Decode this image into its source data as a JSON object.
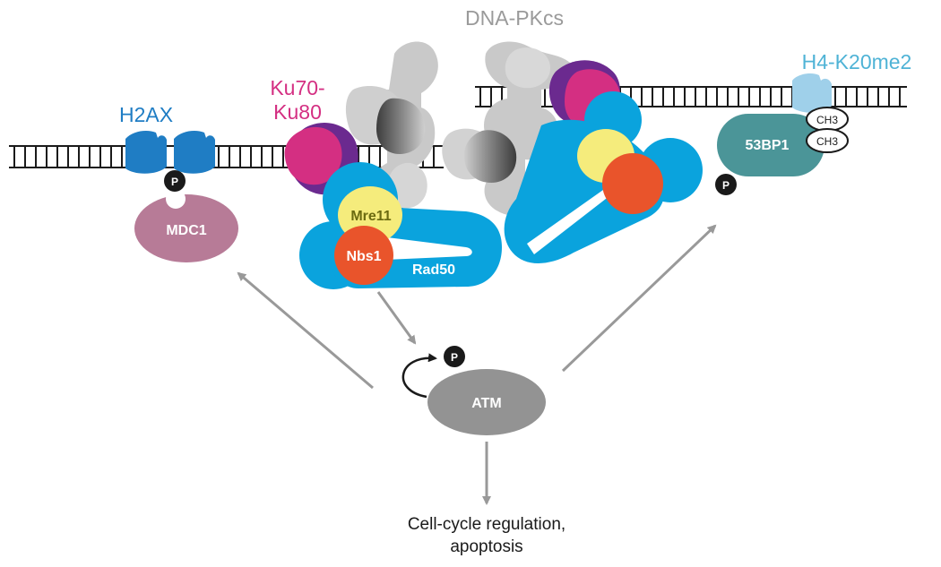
{
  "labels": {
    "h2ax": "H2AX",
    "ku": [
      "Ku70-",
      "Ku80"
    ],
    "dnapkcs": "DNA-PKcs",
    "h4k20me2": "H4-K20me2",
    "mdc1": "MDC1",
    "mre11": "Mre11",
    "nbs1": "Nbs1",
    "rad50": "Rad50",
    "bp53": "53BP1",
    "ch3": [
      "CH3",
      "CH3"
    ],
    "atm": "ATM",
    "p": "P",
    "outcome": [
      "Cell-cycle regulation,",
      "apoptosis"
    ]
  },
  "colors": {
    "h2ax": "#1f7dc4",
    "ku": "#d42f82",
    "purple": "#6b2a8f",
    "dnapkcs_label": "#9a9a9a",
    "h4k20": "#4fb3d6",
    "h4_nucleosome": "#9fd0ea",
    "mdc1": "#b77b97",
    "rad50": "#0aa3dd",
    "mre11": "#f5ec7c",
    "nbs1": "#e9542b",
    "bp53": "#4b9598",
    "atm": "#939393",
    "arrow": "#999999"
  }
}
